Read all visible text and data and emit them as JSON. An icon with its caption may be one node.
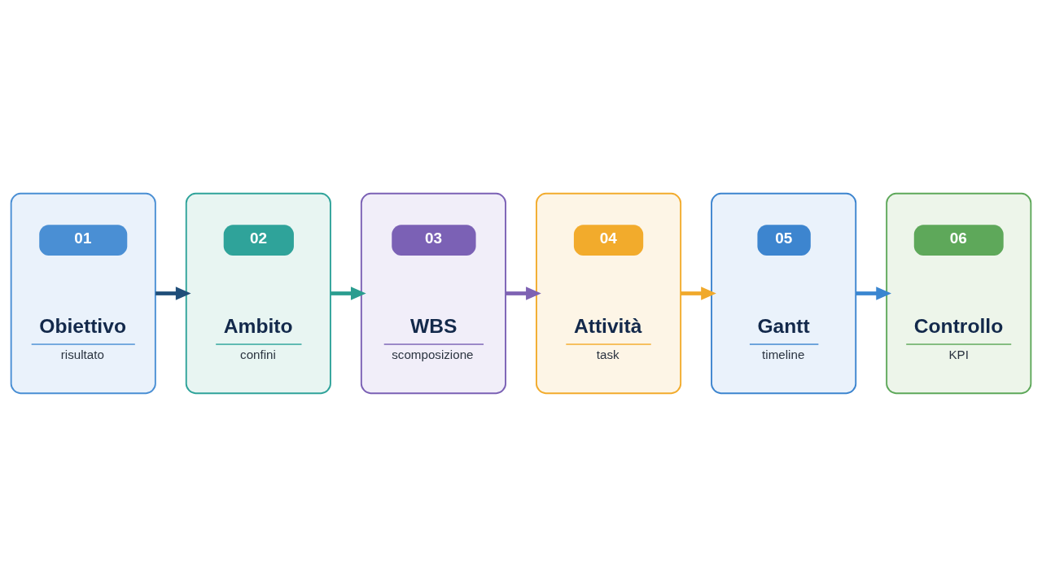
{
  "diagram": {
    "nodes": [
      {
        "text": [
          "01",
          "Obiettivo",
          "risultato"
        ]
      },
      {
        "text": [
          "02",
          "Ambito",
          "confini"
        ]
      },
      {
        "text": [
          "03",
          "WBS",
          "scomposizione"
        ]
      },
      {
        "text": [
          "04",
          "Attività",
          "task"
        ]
      },
      {
        "text": [
          "05",
          "Gantt",
          "timeline"
        ]
      },
      {
        "text": [
          "06",
          "Controllo",
          "KPI"
        ]
      }
    ],
    "edges": [
      {
        "from": 0,
        "to": 1,
        "arrow": "to",
        "color": "#1f4e79"
      },
      {
        "from": 1,
        "to": 2,
        "arrow": "to",
        "color": "#2a9d8f"
      },
      {
        "from": 2,
        "to": 3,
        "arrow": "to",
        "color": "#7e62b3"
      },
      {
        "from": 3,
        "to": 4,
        "arrow": "to",
        "color": "#f0a92b"
      },
      {
        "from": 4,
        "to": 5,
        "arrow": "to",
        "color": "#3a86d0"
      }
    ]
  }
}
